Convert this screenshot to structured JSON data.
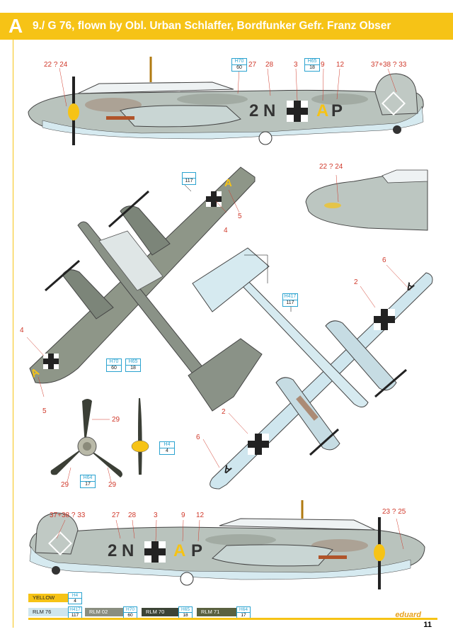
{
  "header": {
    "letter": "A",
    "title": "9./ G 76, flown by Obl. Urban Schlaffer, Bordfunker Gefr. Franz Obser"
  },
  "side_top": {
    "labels": [
      "22 ? 24",
      "27",
      "28",
      "3",
      "9",
      "12",
      "37+38 ? 33"
    ],
    "codes": [
      {
        "top": "H70",
        "bot": "60"
      },
      {
        "top": "H65",
        "bot": "18"
      }
    ],
    "marking": {
      "left": "2 N",
      "right": "P",
      "yellow": "A"
    }
  },
  "nose_detail": {
    "label": "22 ? 24"
  },
  "plan_top": {
    "labels": [
      "5",
      "4",
      "4",
      "5"
    ],
    "codes": [
      {
        "top": "",
        "bot": "117"
      },
      {
        "top": "H70",
        "bot": "60"
      },
      {
        "top": "H65",
        "bot": "18"
      }
    ],
    "yellow": "A"
  },
  "plan_bottom": {
    "labels": [
      "6",
      "2",
      "2",
      "6"
    ],
    "codes": [
      {
        "top": "H417",
        "bot": "117"
      }
    ],
    "black": "A"
  },
  "prop": {
    "labels": [
      "29",
      "29",
      "29"
    ],
    "codes": [
      {
        "top": "H64",
        "bot": "17"
      },
      {
        "top": "H4",
        "bot": "4"
      }
    ]
  },
  "side_bottom": {
    "labels": [
      "37+38 ? 33",
      "27",
      "28",
      "3",
      "9",
      "12",
      "23 ? 25"
    ],
    "marking": {
      "left": "2 N",
      "right": "P",
      "yellow": "A"
    }
  },
  "legend": [
    {
      "name": "YELLOW",
      "color": "#f6c316",
      "text": "#222",
      "h": "H4",
      "n": "4"
    },
    {
      "name": "RLM 76",
      "color": "#cfe6ee",
      "text": "#222",
      "h": "H417",
      "n": "117"
    },
    {
      "name": "RLM 02",
      "color": "#8a8e80",
      "text": "#fff",
      "h": "H70",
      "n": "60"
    },
    {
      "name": "RLM 70",
      "color": "#3c4436",
      "text": "#fff",
      "h": "H65",
      "n": "18"
    },
    {
      "name": "RLM 71",
      "color": "#5a6140",
      "text": "#fff",
      "h": "H64",
      "n": "17"
    }
  ],
  "brand": "eduard",
  "page_number": "11"
}
